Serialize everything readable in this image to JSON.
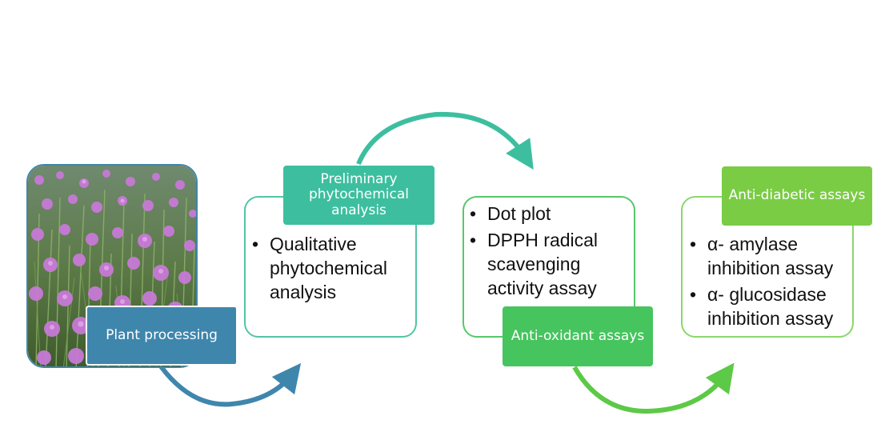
{
  "steps": {
    "plant": {
      "label": "Plant processing"
    },
    "preliminary": {
      "label": "Preliminary phytochemical analysis",
      "items": [
        "Qualitative phytochemical analysis"
      ]
    },
    "anti_oxidant": {
      "label": "Anti-oxidant assays",
      "items": [
        "Dot plot",
        "DPPH radical scavenging activity assay"
      ]
    },
    "anti_diabetic": {
      "label": "Anti-diabetic assays",
      "items": [
        "α- amylase inhibition assay",
        "α- glucosidase inhibition assay"
      ]
    }
  },
  "colors": {
    "plant": "#3f86ad",
    "preliminary": "#3dbf9f",
    "anti_oxidant": "#46c45e",
    "anti_diabetic": "#7acc45"
  }
}
